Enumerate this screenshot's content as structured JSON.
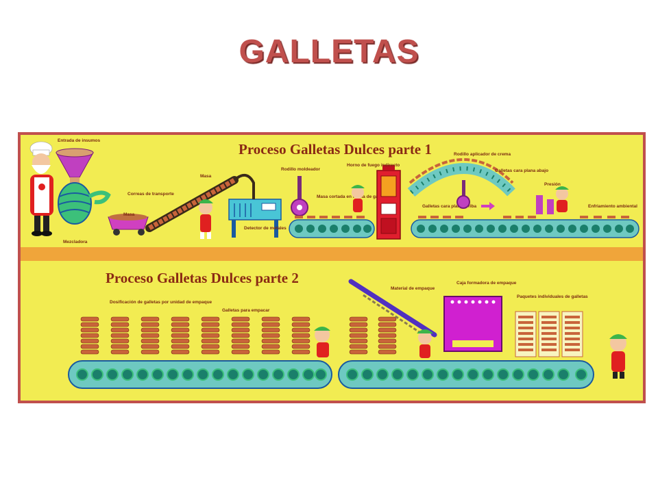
{
  "title": "GALLETAS",
  "colors": {
    "title": "#c0504d",
    "frame": "#c0504d",
    "background": "#f2ec52",
    "belt": "#6ec9c1",
    "wheel": "#1a7f6b",
    "cookie": "#c8643a",
    "box": "#d020d0",
    "oven": "#e01e2e",
    "machine": "#49c5d6",
    "ramp": "#5030c0"
  },
  "part1": {
    "title": "Proceso Galletas Dulces parte 1",
    "labels": {
      "insumos": "Entrada de insumos",
      "mezcladora": "Mezcladora",
      "correas": "Correas de transporte",
      "masa_cart": "Masa",
      "masa": "Masa",
      "detector": "Detector de metales",
      "rodillo_moldeador": "Rodillo moldeador",
      "masa_cortada": "Masa cortada en forma de galletas",
      "horno": "Horno de fuego indirecto",
      "rodillo_crema": "Rodillo aplicador de crema",
      "cara_arriba": "Galletas cara plana arriba",
      "cara_abajo": "Galletas cara plana abajo",
      "presion": "Presión",
      "enfriamiento": "Enfriamiento ambiental"
    }
  },
  "part2": {
    "title": "Proceso Galletas Dulces parte 2",
    "labels": {
      "dosificacion": "Dosificación de galletas por unidad de empaque",
      "para_empacar": "Galletas para empacar",
      "material": "Material de empaque",
      "caja": "Caja formadora de empaque",
      "paquetes": "Paquetes individuales de galletas"
    }
  }
}
